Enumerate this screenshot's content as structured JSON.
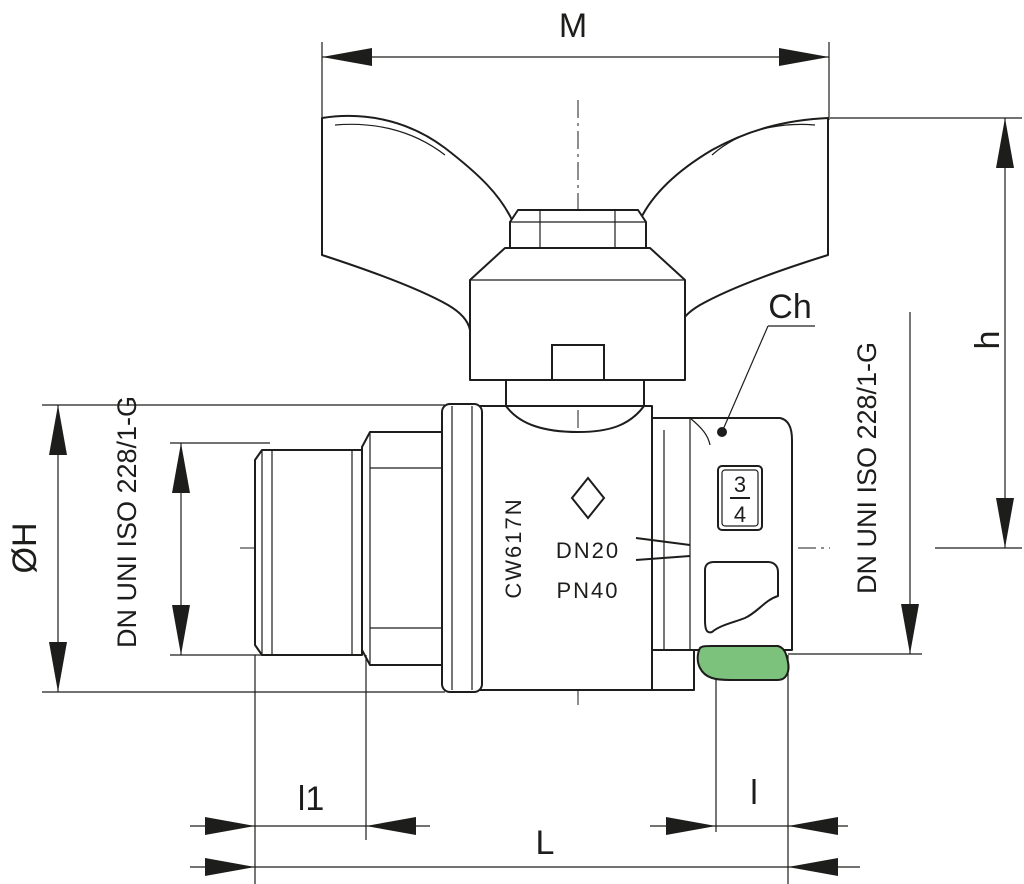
{
  "labels": {
    "M": "M",
    "h": "h",
    "Ch": "Ch",
    "OH": "ØH",
    "l1": "l1",
    "l": "l",
    "L": "L",
    "thread_left": "DN UNI ISO 228/1-G",
    "thread_right": "DN UNI ISO 228/1-G"
  },
  "body_marks": {
    "material": "CW617N",
    "nominal_diameter": "DN20",
    "nominal_pressure": "PN40",
    "size_numerator": "3",
    "size_denominator": "4"
  },
  "colors": {
    "line": "#1d1d1b",
    "seal_ring": "#7cc17c",
    "background": "#ffffff"
  }
}
